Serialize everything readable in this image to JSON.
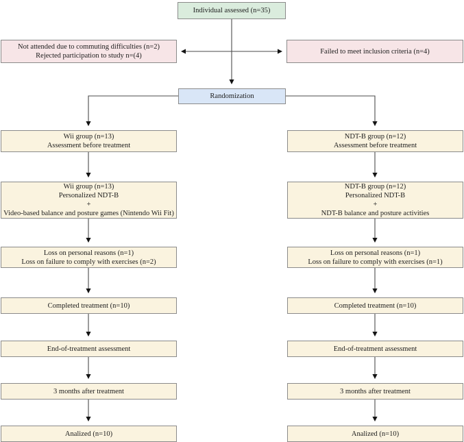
{
  "diagram": {
    "top_box": {
      "label": "Individual assessed (n=35)"
    },
    "excluded_left": {
      "lines": [
        "Not attended due to commuting difficulties (n=2)",
        "Rejected participation to study n=(4)"
      ]
    },
    "excluded_right": {
      "lines": [
        "Failed to meet inclusion criteria (n=4)"
      ]
    },
    "randomization": {
      "label": "Randomization"
    },
    "left_column": [
      {
        "lines": [
          "Wii group (n=13)",
          "Assessment before treatment"
        ]
      },
      {
        "lines": [
          "Wii group (n=13)",
          "Personalized NDT-B",
          "+",
          "Video-based balance and posture games (Nintendo Wii Fit)"
        ]
      },
      {
        "lines": [
          "Loss on personal reasons (n=1)",
          "Loss on failure to comply with exercises (n=2)"
        ]
      },
      {
        "lines": [
          "Completed treatment (n=10)"
        ]
      },
      {
        "lines": [
          "End-of-treatment assessment"
        ]
      },
      {
        "lines": [
          "3 months after treatment"
        ]
      },
      {
        "lines": [
          "Analized (n=10)"
        ]
      }
    ],
    "right_column": [
      {
        "lines": [
          "NDT-B group (n=12)",
          "Assessment before treatment"
        ]
      },
      {
        "lines": [
          "NDT-B group (n=12)",
          "Personalized NDT-B",
          "+",
          "NDT-B balance and posture activities"
        ]
      },
      {
        "lines": [
          "Loss on personal reasons (n=1)",
          "Loss on failure to comply with exercises (n=1)"
        ]
      },
      {
        "lines": [
          "Completed treatment (n=10)"
        ]
      },
      {
        "lines": [
          "End-of-treatment assessment"
        ]
      },
      {
        "lines": [
          "3 months after treatment"
        ]
      },
      {
        "lines": [
          "Analized (n=10)"
        ]
      }
    ],
    "colors": {
      "green_fill": "#daecdd",
      "pink_fill": "#f7e5e7",
      "blue_fill": "#d9e6f7",
      "cream_fill": "#faf3df",
      "border": "#8a8a8a",
      "line": "#4a4a4a",
      "arrowhead": "#141414"
    }
  }
}
